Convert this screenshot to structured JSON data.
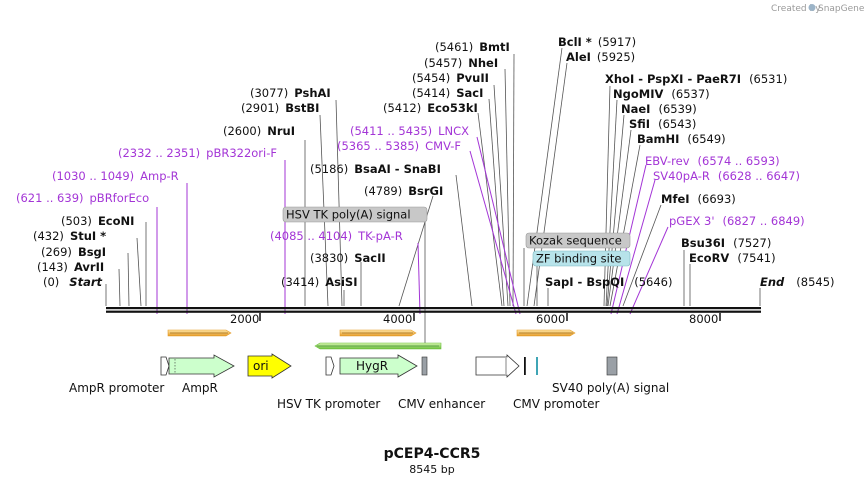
{
  "map": {
    "title": "pCEP4-CCR5",
    "subtitle": "8545 bp",
    "total_bp": 8545
  },
  "logo": {
    "created_by": "Created by",
    "brand": "SnapGene"
  },
  "ticks": [
    {
      "pos": 2000,
      "label": "2000"
    },
    {
      "pos": 4000,
      "label": "4000"
    },
    {
      "pos": 6000,
      "label": "6000"
    },
    {
      "pos": 8000,
      "label": "8000"
    }
  ],
  "sites": [
    {
      "pos": 0,
      "num": "(0)",
      "name": "Start",
      "italic": true
    },
    {
      "pos": 143,
      "num": "(143)",
      "name": "AvrII"
    },
    {
      "pos": 269,
      "num": "(269)",
      "name": "BsgI"
    },
    {
      "pos": 432,
      "num": "(432)",
      "name": "StuI *"
    },
    {
      "pos": 503,
      "num": "(503)",
      "name": "EcoNI"
    },
    {
      "pos": 2600,
      "num": "(2600)",
      "name": "NruI"
    },
    {
      "pos": 2901,
      "num": "(2901)",
      "name": "BstBI"
    },
    {
      "pos": 3077,
      "num": "(3077)",
      "name": "PshAI"
    },
    {
      "pos": 3414,
      "num": "(3414)",
      "name": "AsiSI"
    },
    {
      "pos": 3830,
      "num": "(3830)",
      "name": "SacII"
    },
    {
      "pos": 4789,
      "num": "(4789)",
      "name": "BsrGI"
    },
    {
      "pos": 5186,
      "num": "(5186)",
      "name": "BsaAI  -  SnaBI"
    },
    {
      "pos": 5412,
      "num": "(5412)",
      "name": "Eco53kI"
    },
    {
      "pos": 5414,
      "num": "(5414)",
      "name": "SacI"
    },
    {
      "pos": 5454,
      "num": "(5454)",
      "name": "PvuII"
    },
    {
      "pos": 5457,
      "num": "(5457)",
      "name": "NheI"
    },
    {
      "pos": 5461,
      "num": "(5461)",
      "name": "BmtI"
    },
    {
      "pos": 5917,
      "num": "(5917)",
      "name": "BclI *",
      "num_after": true
    },
    {
      "pos": 5925,
      "num": "(5925)",
      "name": "AleI",
      "num_after": true
    },
    {
      "pos": 6531,
      "num": "(6531)",
      "name": "XhoI  -  PspXI  -  PaeR7I",
      "num_after": true
    },
    {
      "pos": 6537,
      "num": "(6537)",
      "name": "NgoMIV",
      "num_after": true
    },
    {
      "pos": 6539,
      "num": "(6539)",
      "name": "NaeI",
      "num_after": true
    },
    {
      "pos": 6543,
      "num": "(6543)",
      "name": "SfiI",
      "num_after": true
    },
    {
      "pos": 6549,
      "num": "(6549)",
      "name": "BamHI",
      "num_after": true
    },
    {
      "pos": 6693,
      "num": "(6693)",
      "name": "MfeI",
      "num_after": true
    },
    {
      "pos": 7527,
      "num": "(7527)",
      "name": "Bsu36I",
      "num_after": true
    },
    {
      "pos": 7541,
      "num": "(7541)",
      "name": "EcoRV",
      "num_after": true
    },
    {
      "pos": 5646,
      "num": "(5646)",
      "name": "SapI  -  BspQI",
      "num_after": true
    },
    {
      "pos": 8545,
      "num": "(8545)",
      "name": "End",
      "italic": true,
      "num_after": true
    }
  ],
  "primers": [
    {
      "range": "(621 .. 639)",
      "name": "pBRforEco"
    },
    {
      "range": "(1030 .. 1049)",
      "name": "Amp-R"
    },
    {
      "range": "(2332 .. 2351)",
      "name": "pBR322ori-F"
    },
    {
      "range": "(4085 .. 4104)",
      "name": "TK-pA-R"
    },
    {
      "range": "(5365 .. 5385)",
      "name": "CMV-F"
    },
    {
      "range": "(5411 .. 5435)",
      "name": "LNCX"
    },
    {
      "name": "EBV-rev",
      "range": "(6574 .. 6593)"
    },
    {
      "name": "SV40pA-R",
      "range": "(6628 .. 6647)"
    },
    {
      "name": "pGEX 3'",
      "range": "(6827 .. 6849)"
    }
  ],
  "boxed_labels": [
    {
      "name": "HSV TK poly(A) signal",
      "color": "#c8c8c8"
    },
    {
      "name": "Kozak sequence",
      "color": "#c8c8c8"
    },
    {
      "name": "ZF binding site",
      "color": "#b7e3ea"
    }
  ],
  "features": [
    {
      "name": "AmpR promoter"
    },
    {
      "name": "AmpR",
      "color": "#ccffcc"
    },
    {
      "name": "ori",
      "color": "#ffff00"
    },
    {
      "name": "HygR",
      "color": "#ccffcc"
    },
    {
      "name": "HSV TK promoter"
    },
    {
      "name": "CMV enhancer"
    },
    {
      "name": "CMV promoter"
    },
    {
      "name": "SV40 poly(A) signal"
    }
  ],
  "colors": {
    "primer": "#a335d6",
    "orf_orange": "#f2a533",
    "orf_green": "#2c8c2c",
    "feature_green": "#ccffcc",
    "ori_yellow": "#ffff00",
    "gray_box": "#9aa0a6"
  }
}
